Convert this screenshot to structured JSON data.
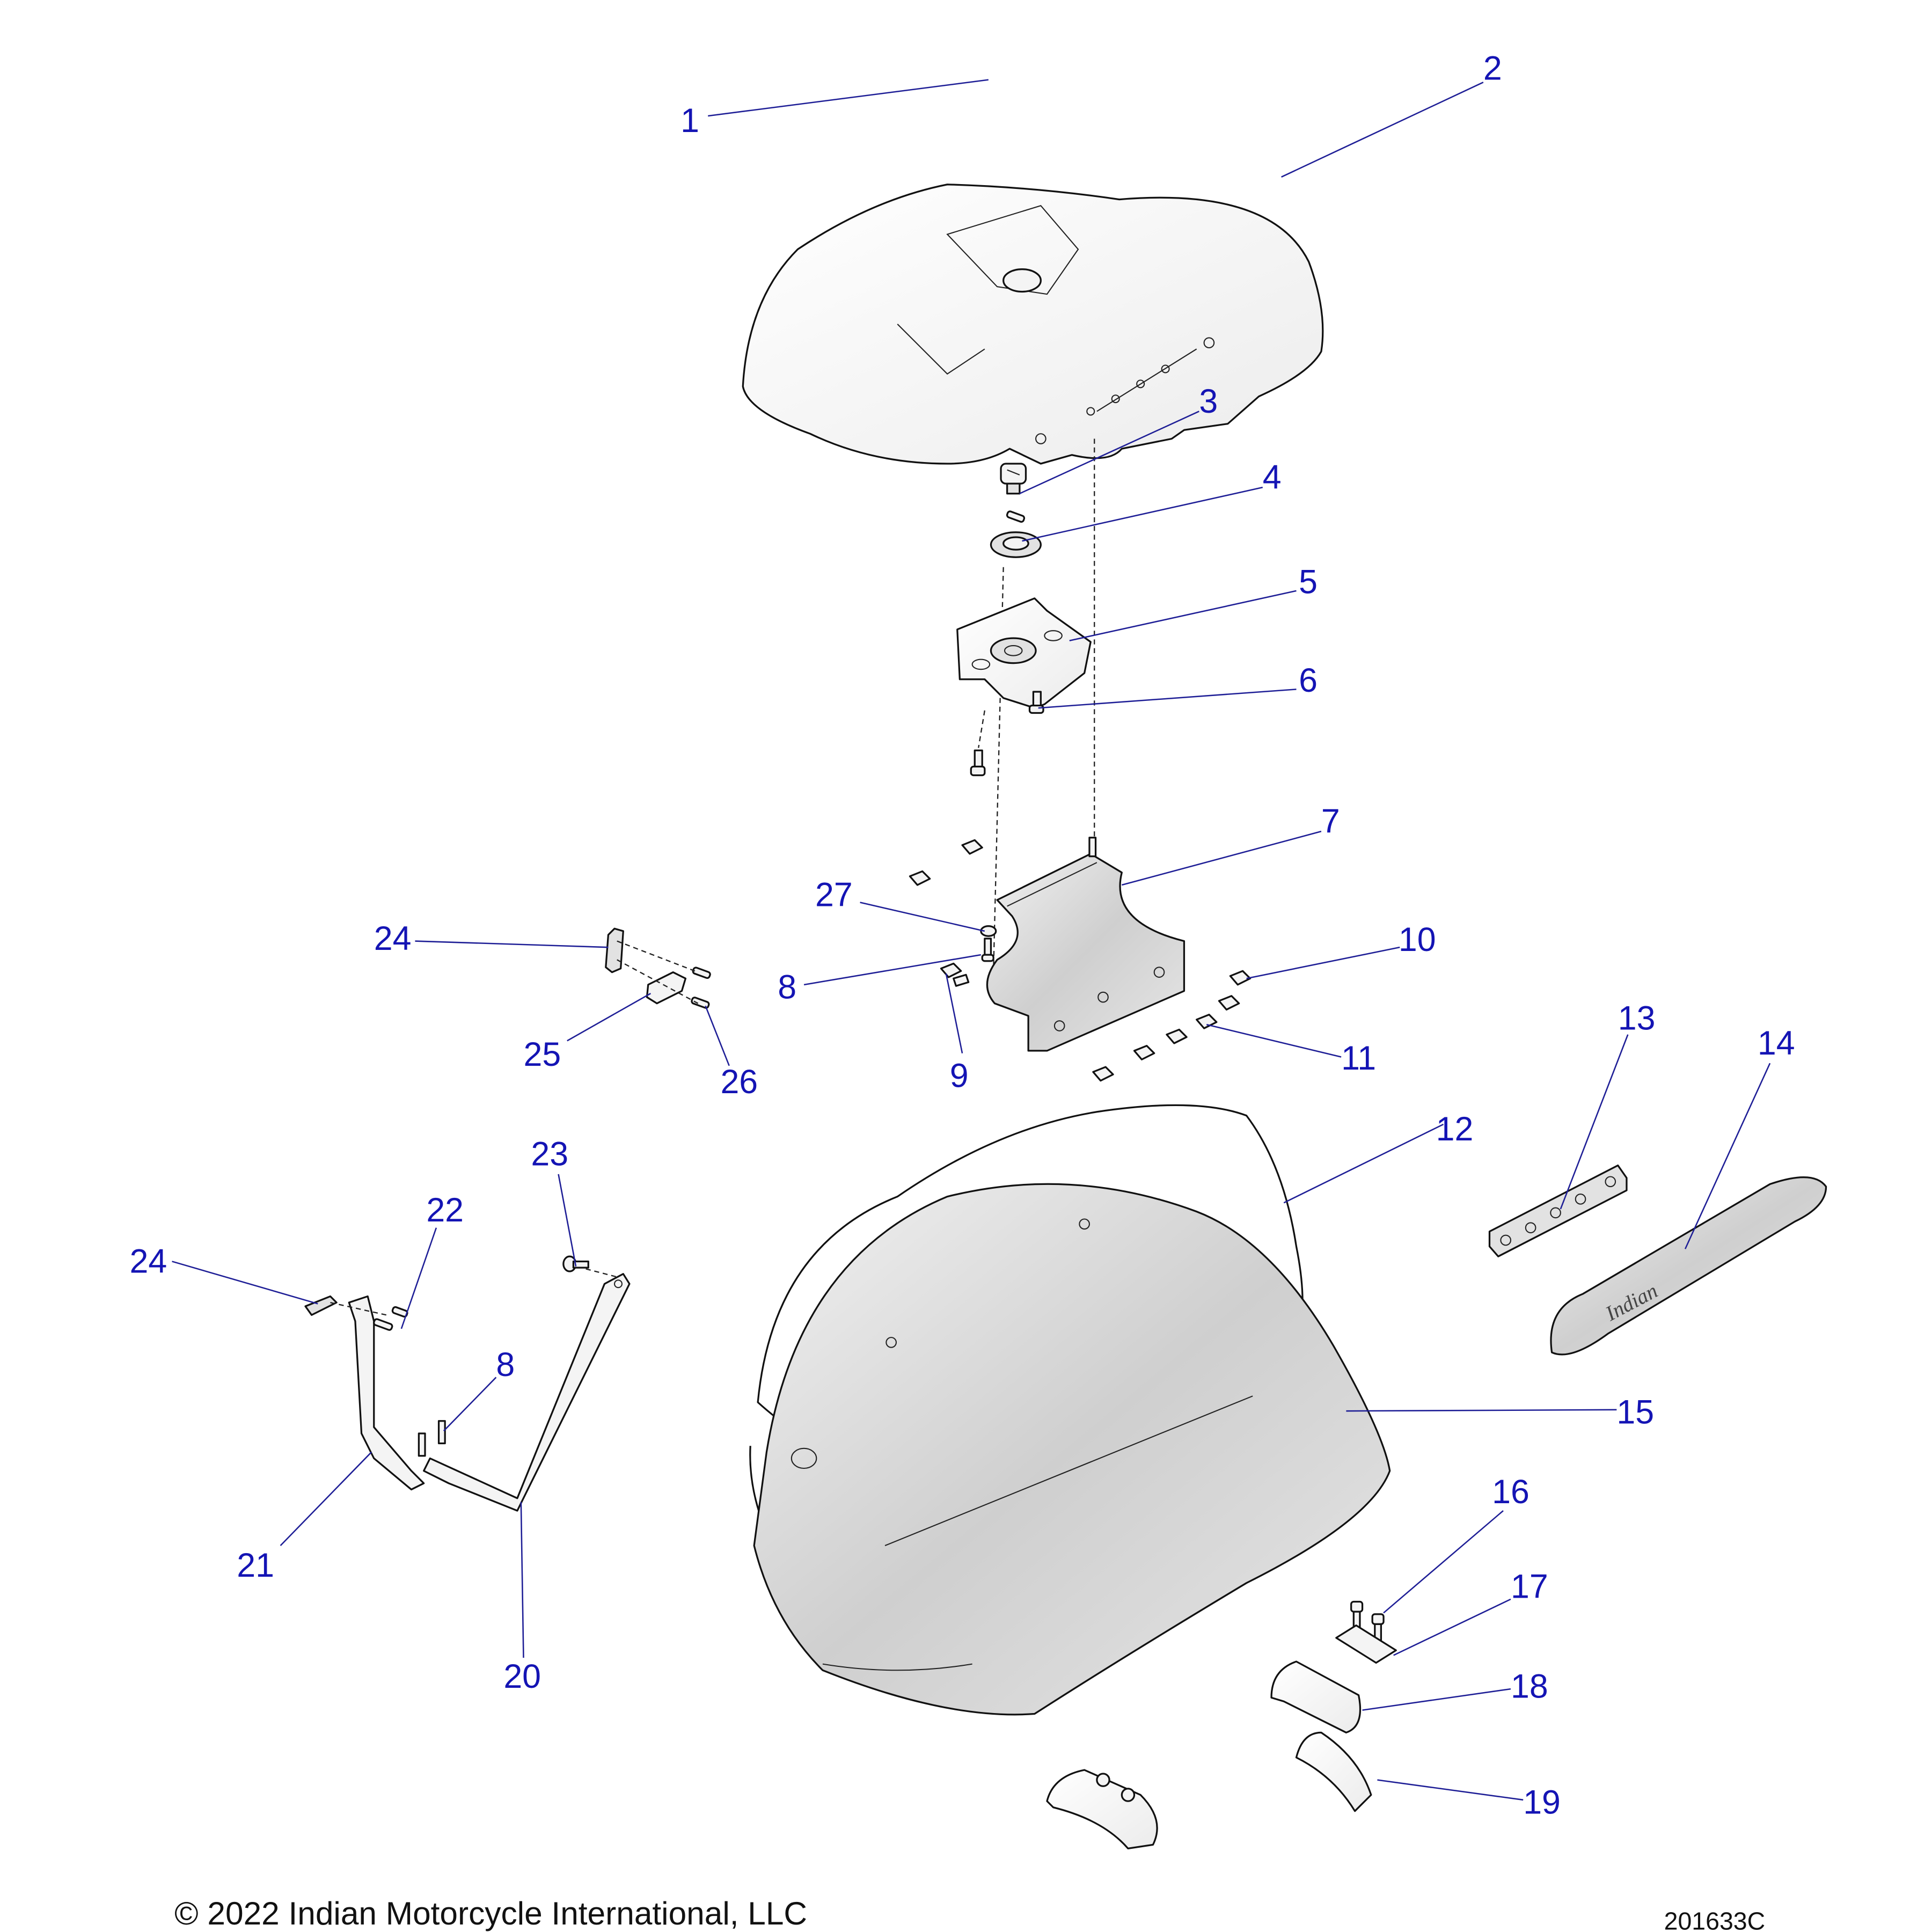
{
  "diagram": {
    "title": "Saddlebag Assembly Exploded View",
    "callouts": {
      "c1": "1",
      "c2": "2",
      "c3": "3",
      "c4": "4",
      "c5": "5",
      "c6": "6",
      "c7": "7",
      "c8a": "8",
      "c8b": "8",
      "c9": "9",
      "c10": "10",
      "c11": "11",
      "c12": "12",
      "c13": "13",
      "c14": "14",
      "c15": "15",
      "c16": "16",
      "c17": "17",
      "c18": "18",
      "c19": "19",
      "c20": "20",
      "c21": "21",
      "c22": "22",
      "c23": "23",
      "c24a": "24",
      "c24b": "24",
      "c25": "25",
      "c26": "26",
      "c27": "27"
    },
    "trim_logo": "Indian",
    "colors": {
      "callout": "#1414b4",
      "leader": "#1e1e96",
      "line": "#111111"
    }
  },
  "footer": {
    "copyright": "© 2022 Indian Motorcycle International, LLC",
    "drawing_id": "201633C"
  }
}
